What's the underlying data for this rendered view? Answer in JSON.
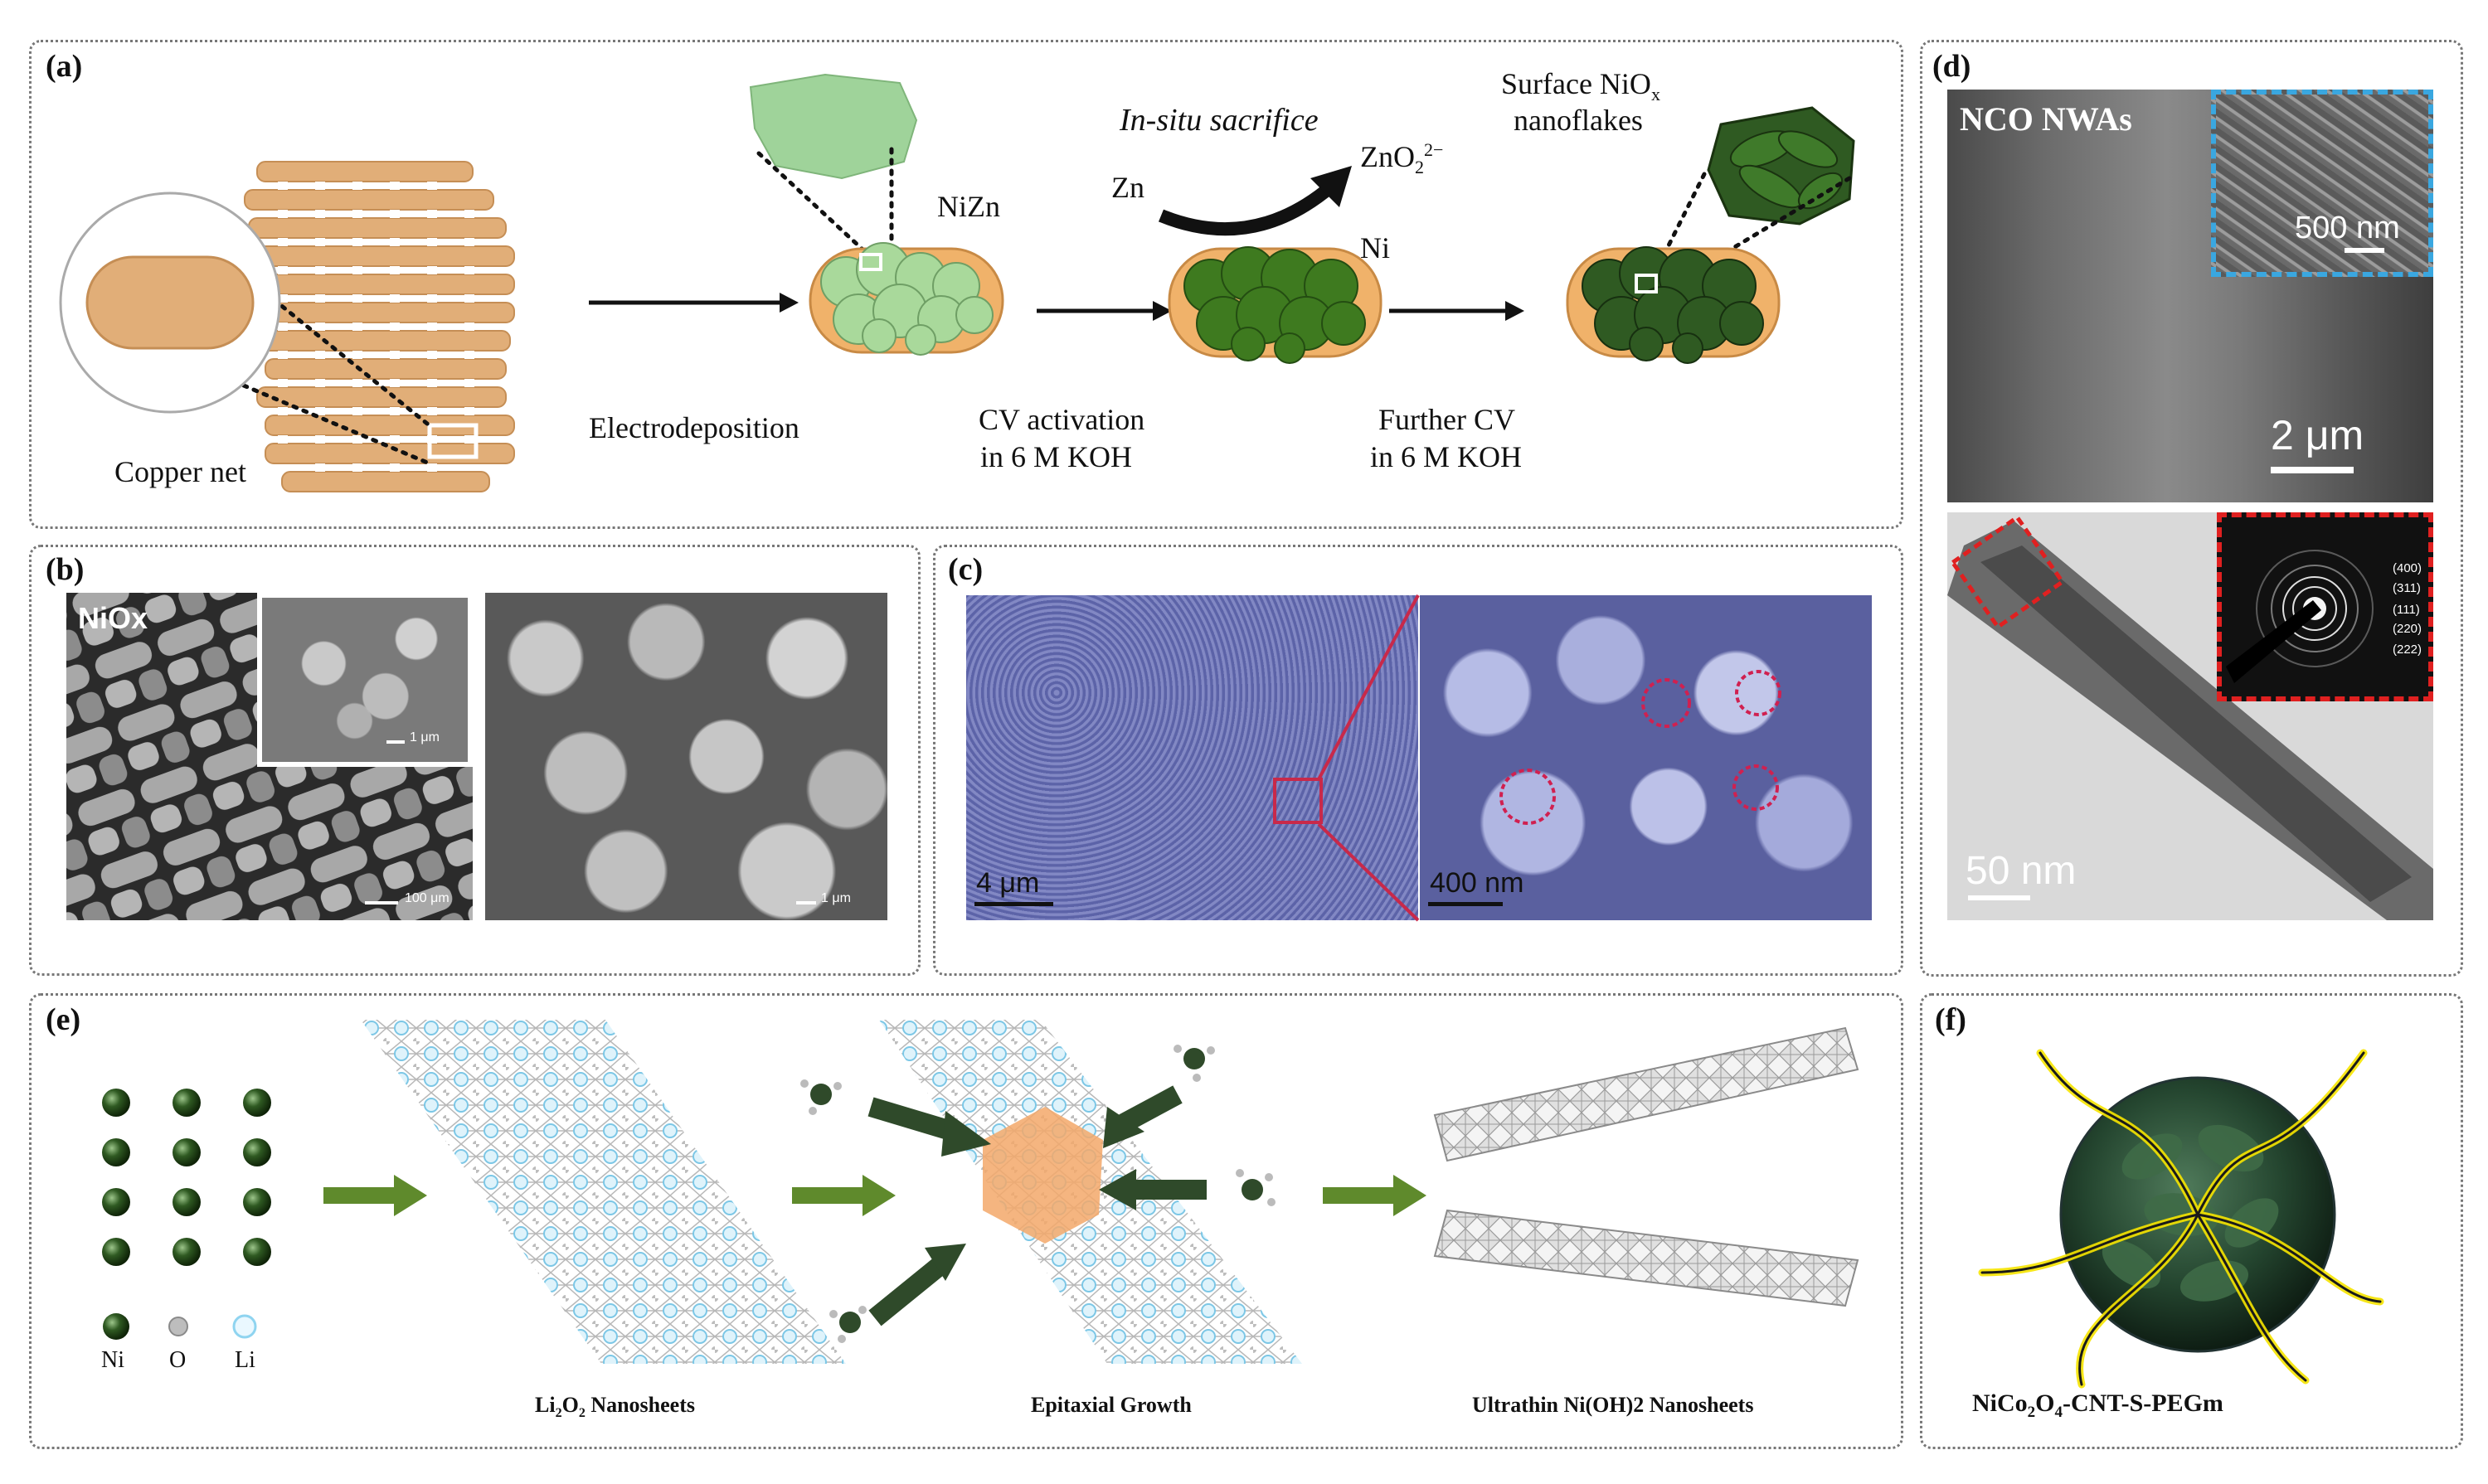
{
  "panel_labels": {
    "a": "(a)",
    "b": "(b)",
    "c": "(c)",
    "d": "(d)",
    "e": "(e)",
    "f": "(f)"
  },
  "panel_a": {
    "copper_net": "Copper net",
    "electrodeposition": "Electrodeposition",
    "nizn": "NiZn",
    "in_situ": "In-situ sacrifice",
    "zn": "Zn",
    "zno2": "ZnO",
    "zno2_sub": "2",
    "zno2_sup": "2−",
    "ni": "Ni",
    "cv_activation_1": "CV activation",
    "cv_activation_2": "in 6 M KOH",
    "further_cv_1": "Further CV",
    "further_cv_2": "in 6 M KOH",
    "surface_1": "Surface NiO",
    "surface_sub": "x",
    "surface_2": "nanoflakes"
  },
  "panel_b": {
    "material": "NiOx",
    "scale_inset": "1 μm",
    "scale_main": "100 μm",
    "scale_right": "1 μm"
  },
  "panel_c": {
    "scale_left": "4 μm",
    "scale_right": "400 nm"
  },
  "panel_d": {
    "material": "NCO NWAs",
    "scale_inset": "500 nm",
    "scale_sem": "2 μm",
    "scale_tem": "50 nm",
    "saed": [
      "(400)",
      "(311)",
      "(111)",
      "(220)",
      "(222)"
    ]
  },
  "panel_e": {
    "legend": [
      "Ni",
      "O",
      "Li"
    ],
    "li2o2_a": "Li",
    "li2o2_b": "2",
    "li2o2_c": "O",
    "li2o2_d": "2",
    "li2o2_e": " Nanosheets",
    "epitaxial": "Epitaxial Growth",
    "ultrathin": "Ultrathin Ni(OH)2 Nanosheets"
  },
  "panel_f": {
    "label_a": "NiCo",
    "label_b": "2",
    "label_c": "O",
    "label_d": "4",
    "label_e": "-CNT-S-PEGm"
  },
  "colors": {
    "copper": "#e1ae78",
    "green_dark": "#2f5a22",
    "green_light": "#8fc58a",
    "arrow_green": "#5f8a2c",
    "crop_red": "#c8294a",
    "inset_blue": "#3aa7e0",
    "saed_red": "#e02020"
  }
}
